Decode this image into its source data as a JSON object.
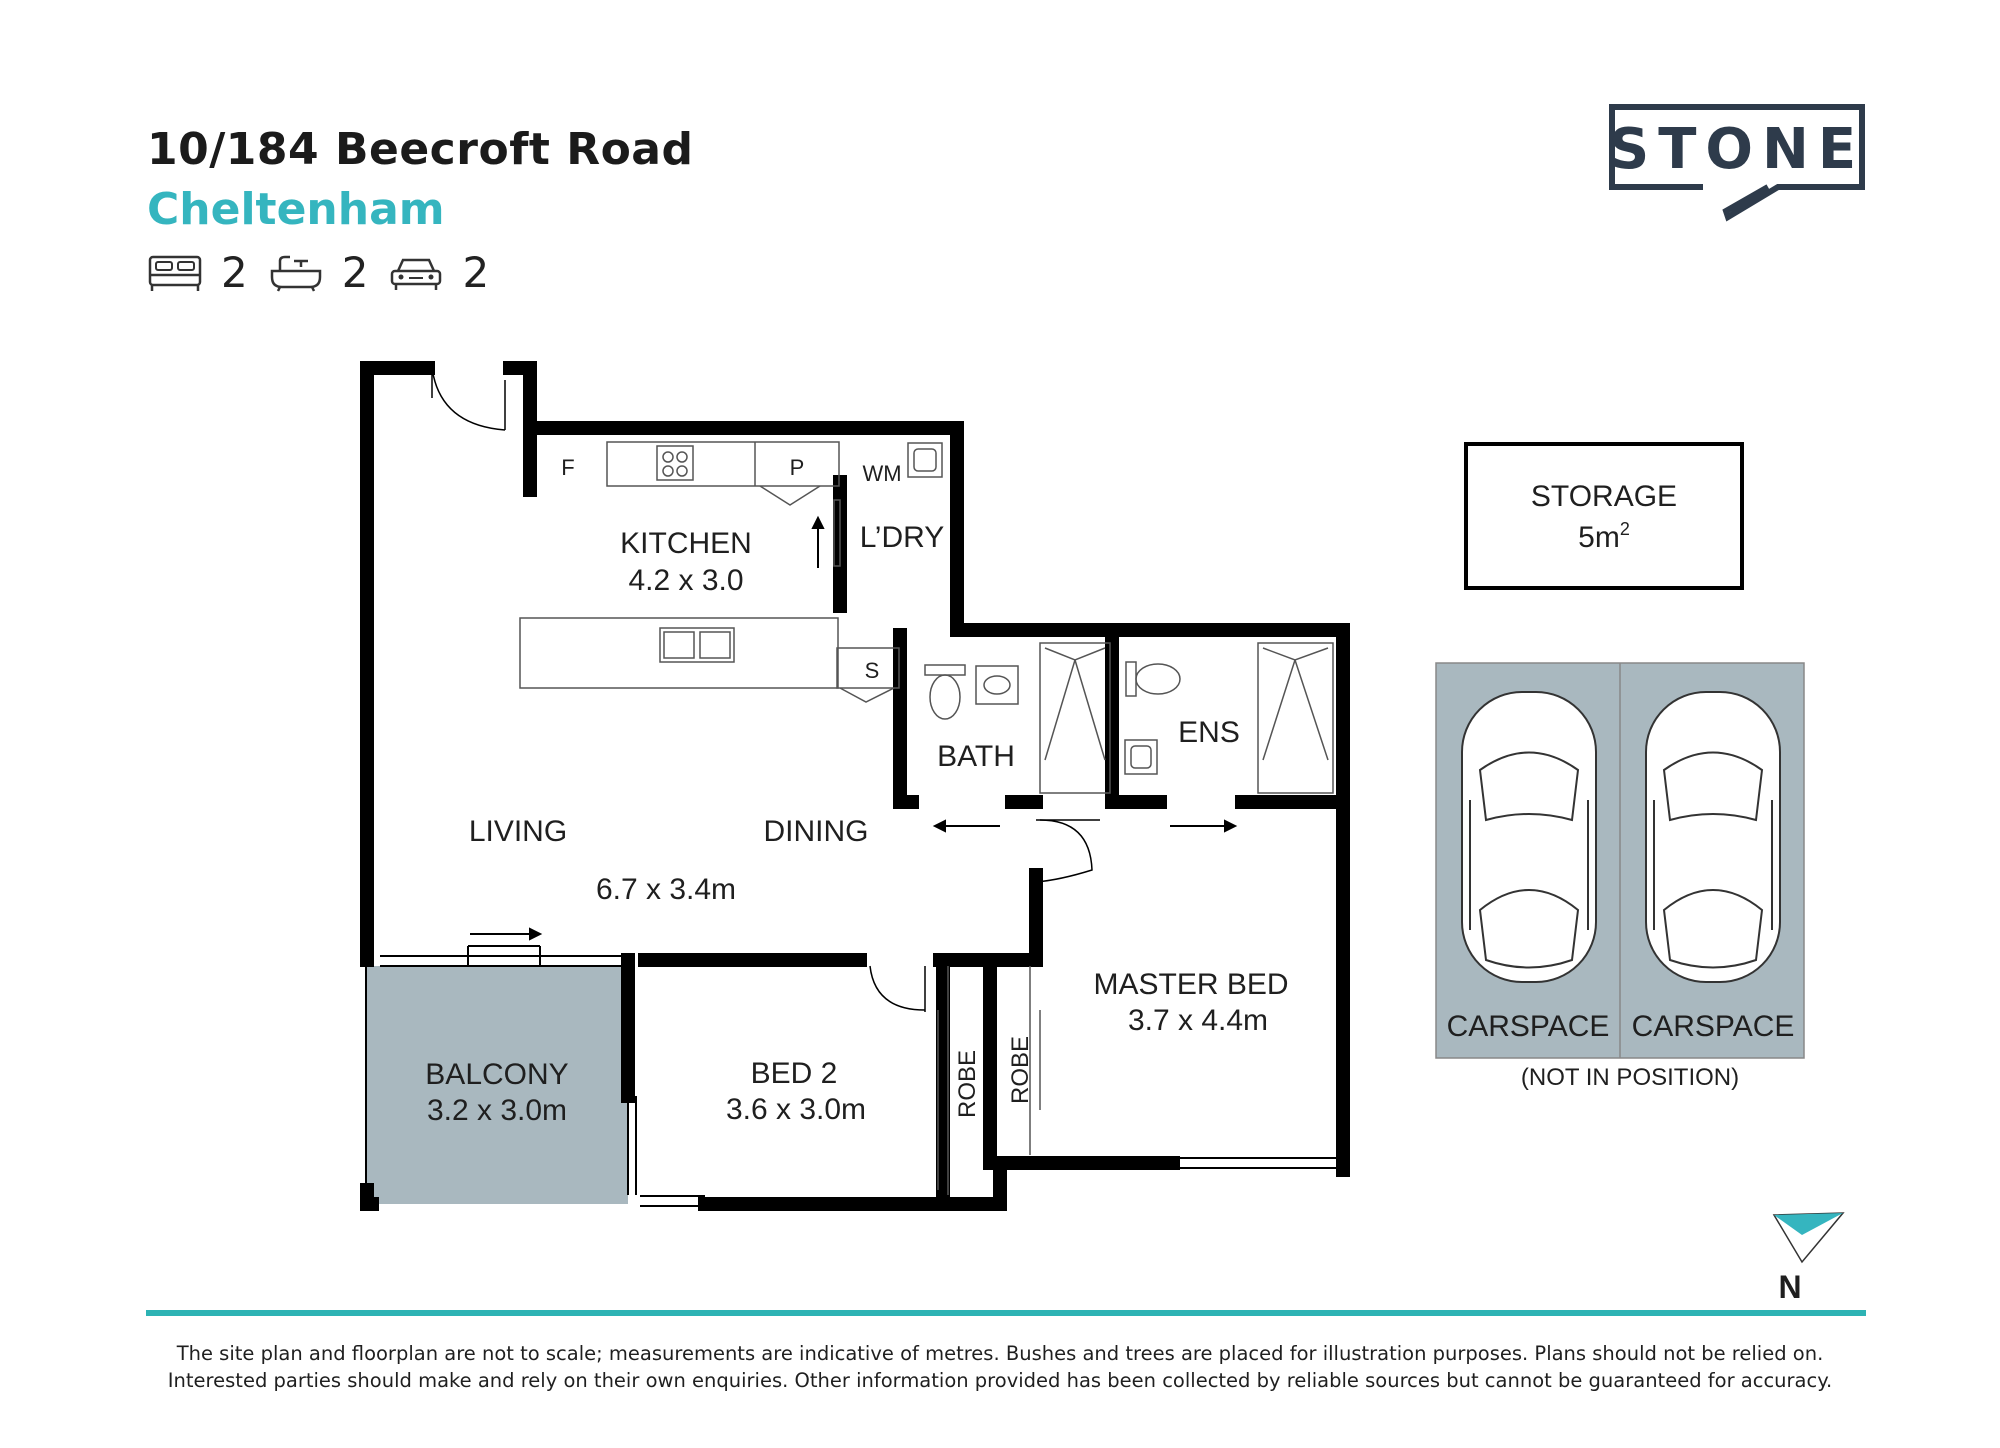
{
  "header": {
    "address": "10/184 Beecroft Road",
    "suburb": "Cheltenham",
    "features": [
      {
        "icon": "bed-icon",
        "count": "2"
      },
      {
        "icon": "bath-icon",
        "count": "2"
      },
      {
        "icon": "car-icon",
        "count": "2"
      }
    ]
  },
  "brand": {
    "logo_text": "STONE"
  },
  "rooms": {
    "kitchen": {
      "name": "KITCHEN",
      "size": "4.2 x 3.0"
    },
    "laundry": {
      "name": "L’DRY"
    },
    "living": {
      "name": "LIVING"
    },
    "dining": {
      "name": "DINING"
    },
    "living_size": "6.7 x 3.4m",
    "bath": {
      "name": "BATH"
    },
    "ensuite": {
      "name": "ENS"
    },
    "master": {
      "name": "MASTER BED",
      "size": "3.7 x 4.4m"
    },
    "bed2": {
      "name": "BED 2",
      "size": "3.6 x 3.0m"
    },
    "balcony": {
      "name": "BALCONY",
      "size": "3.2 x 3.0m"
    },
    "robe_labels": [
      "ROBE",
      "ROBE"
    ]
  },
  "fixtures": {
    "fridge": "F",
    "pantry": "P",
    "washing_machine": "WM",
    "storage_cupboard": "S"
  },
  "storage": {
    "name": "STORAGE",
    "size": "5m",
    "size_sup": "2"
  },
  "carspaces": {
    "labels": [
      "CARSPACE",
      "CARSPACE"
    ],
    "note": "(NOT IN POSITION)"
  },
  "compass": {
    "label": "N"
  },
  "colors": {
    "accent": "#35b5bf",
    "wall": "#000000",
    "balcony_fill": "#a9b8bf",
    "carspace_fill": "#a9b8bf",
    "brand": "#2e3b4b"
  },
  "footer": {
    "line1": "The site plan and floorplan are not to scale; measurements are indicative of metres. Bushes and trees are placed for illustration purposes. Plans should not be relied on.",
    "line2": "Interested parties should make and rely on their own enquiries. Other information provided has been collected by reliable sources but cannot be guaranteed for accuracy."
  }
}
